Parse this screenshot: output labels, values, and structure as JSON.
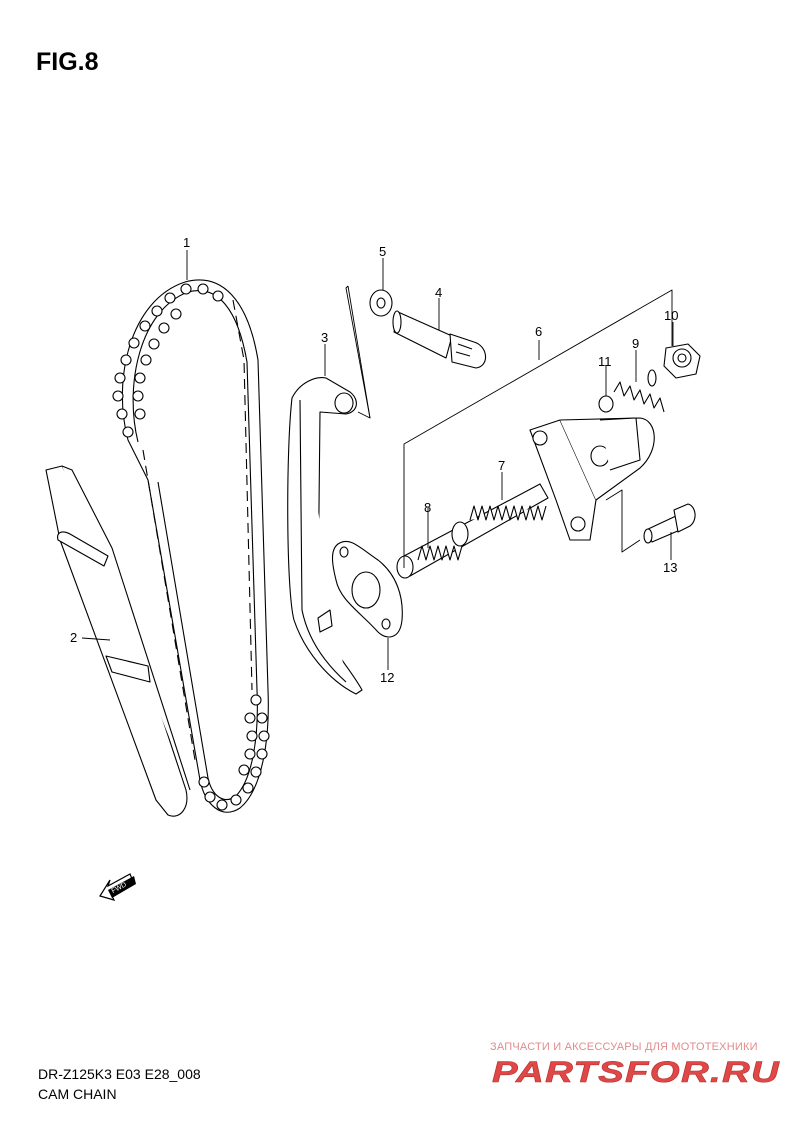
{
  "figure": {
    "title": "FIG.8"
  },
  "footer": {
    "model_code": "DR-Z125K3 E03 E28_008",
    "caption": "CAM CHAIN"
  },
  "fwd_arrow": {
    "label": "FWD"
  },
  "callouts": [
    {
      "id": "1",
      "text": "1"
    },
    {
      "id": "2",
      "text": "2"
    },
    {
      "id": "3",
      "text": "3"
    },
    {
      "id": "4",
      "text": "4"
    },
    {
      "id": "5",
      "text": "5"
    },
    {
      "id": "6",
      "text": "6"
    },
    {
      "id": "7",
      "text": "7"
    },
    {
      "id": "8",
      "text": "8"
    },
    {
      "id": "9",
      "text": "9"
    },
    {
      "id": "10",
      "text": "10"
    },
    {
      "id": "11",
      "text": "11"
    },
    {
      "id": "12",
      "text": "12"
    },
    {
      "id": "13",
      "text": "13"
    }
  ],
  "watermark": {
    "tagline": "ЗАПЧАСТИ И АКСЕССУАРЫ ДЛЯ МОТОТЕХНИКИ",
    "logo_text": "PARTSFOR.RU",
    "color": "#e04848"
  }
}
